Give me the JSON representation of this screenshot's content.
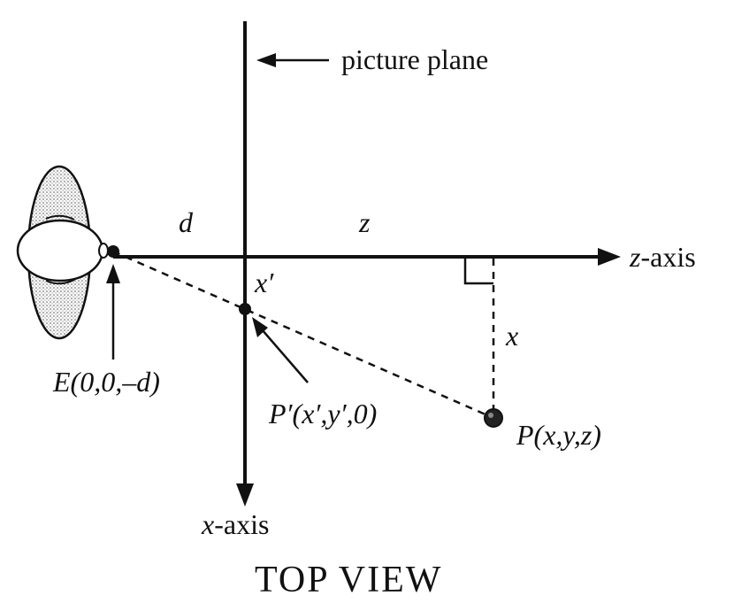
{
  "labels": {
    "picture_plane": "picture plane",
    "d": "d",
    "z": "z",
    "z_axis_var": "z",
    "z_axis_suffix": "-axis",
    "x_prime": "x′",
    "x": "x",
    "eye_point": "E(0,0,–d)",
    "projected_point": "P′(x′,y′,0)",
    "point": "P(x,y,z)",
    "x_axis_var": "x",
    "x_axis_suffix": "-axis",
    "title": "TOP VIEW"
  },
  "colors": {
    "ink": "#111111",
    "head_fill": "#e6e6e6",
    "stipple": "#555555"
  }
}
